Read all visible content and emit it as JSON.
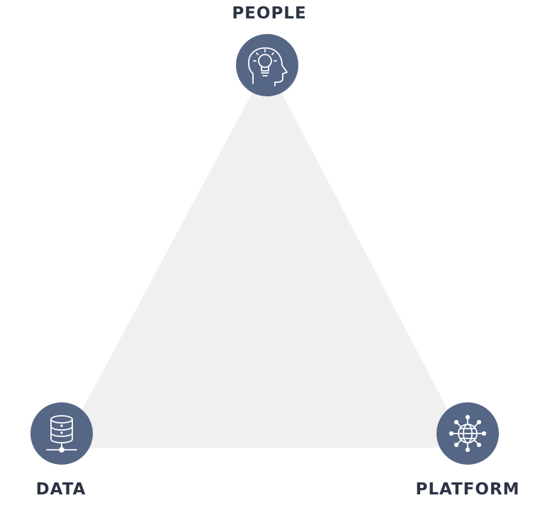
{
  "diagram": {
    "nodes": {
      "people": {
        "label": "PEOPLE",
        "icon": "lightbulb-head-icon"
      },
      "data": {
        "label": "DATA",
        "icon": "database-network-icon"
      },
      "platform": {
        "label": "PLATFORM",
        "icon": "globe-network-icon"
      }
    },
    "colors": {
      "triangle_fill": "#f0f0f0",
      "node_fill": "#566685",
      "icon_stroke": "#ffffff",
      "label_text": "#2b3344"
    }
  }
}
